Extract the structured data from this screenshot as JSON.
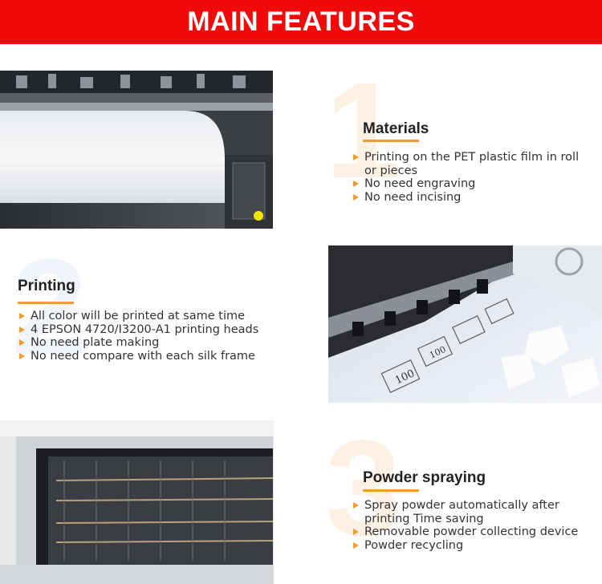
{
  "header": {
    "title": "MAIN FEATURES"
  },
  "colors": {
    "banner_red": "#f00a0a",
    "accent_orange": "#f39a31"
  },
  "features": [
    {
      "number": "1",
      "title": "Materials",
      "items": [
        "Printing on the PET plastic film in roll or pieces",
        "No need engraving",
        "No need incising"
      ]
    },
    {
      "number": "2",
      "title": "Printing",
      "items": [
        "All color will be printed at same time",
        "4 EPSON 4720/I3200-A1 printing heads",
        "No need plate making",
        "No need compare with each silk frame"
      ]
    },
    {
      "number": "3",
      "title": "Powder spraying",
      "items": [
        "Spray powder automatically after printing Time saving",
        "Removable powder collecting device",
        "Powder recycling"
      ]
    }
  ],
  "photo_labels": {
    "logo_text": "100"
  }
}
